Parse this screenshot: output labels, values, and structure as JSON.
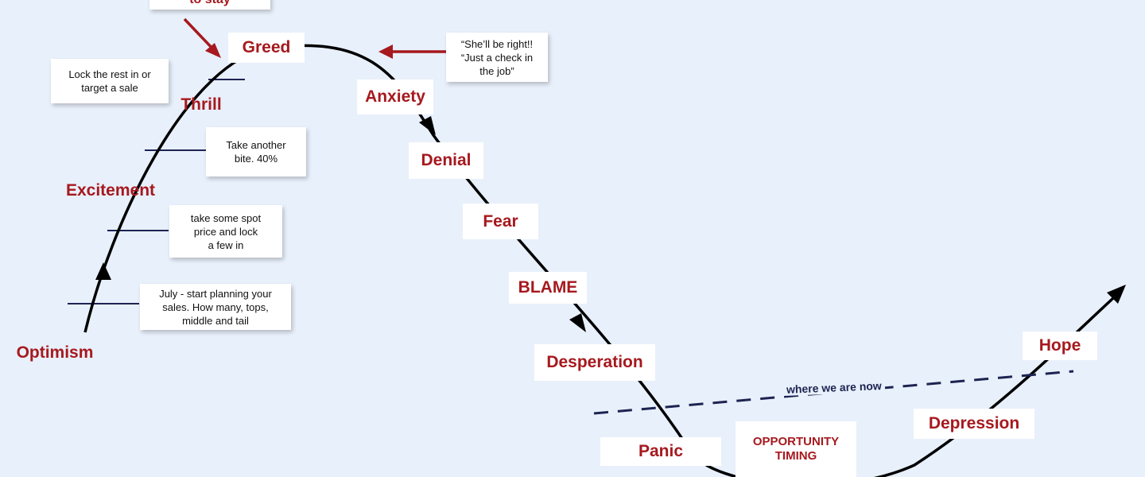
{
  "colors": {
    "background": "#e8f0fb",
    "label_red": "#a6191e",
    "line_navy": "#1d2452",
    "curve": "#000000"
  },
  "top_note": "to stay",
  "stages": {
    "greed": "Greed",
    "thrill": "Thrill",
    "excitement": "Excitement",
    "optimism": "Optimism",
    "anxiety": "Anxiety",
    "denial": "Denial",
    "fear": "Fear",
    "blame": "BLAME",
    "desperation": "Desperation",
    "panic": "Panic",
    "opportunity": "OPPORTUNITY\nTIMING",
    "depression": "Depression",
    "hope": "Hope"
  },
  "notes": {
    "lock_rest": "Lock the rest in or\ntarget a sale",
    "take_bite": "Take another\nbite. 40%",
    "spot_price": "take some spot\nprice and lock\na few in",
    "july": "July - start planning your\nsales. How many, tops,\nmiddle and tail",
    "shell_be_right": "“She’ll be right!!\n“Just a check in\nthe job”"
  },
  "where_we_are_now": "where we are now"
}
